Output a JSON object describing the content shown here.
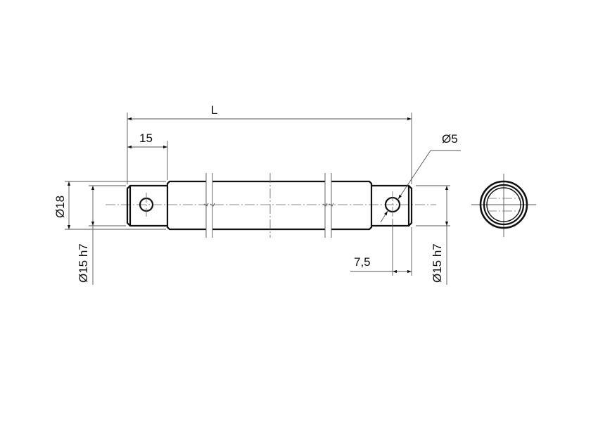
{
  "drawing": {
    "type": "technical-drawing",
    "subject": "pin shaft with cross holes at both ends",
    "colors": {
      "outline": "#111111",
      "dimension": "#555555",
      "background": "#ffffff"
    }
  },
  "dimensions": {
    "overall_length": "L",
    "end_pin_length": "15",
    "body_diameter": "Ø18",
    "left_pin_diameter": "Ø15 h7",
    "right_pin_diameter": "Ø15 h7",
    "hole_diameter": "Ø5",
    "hole_position": "7,5"
  },
  "views": [
    {
      "name": "side-view",
      "features": [
        "left pin",
        "body with break lines",
        "right pin",
        "cross holes"
      ]
    },
    {
      "name": "end-view",
      "features": [
        "outer circle",
        "chamfer ring",
        "hidden hole lines"
      ]
    }
  ]
}
